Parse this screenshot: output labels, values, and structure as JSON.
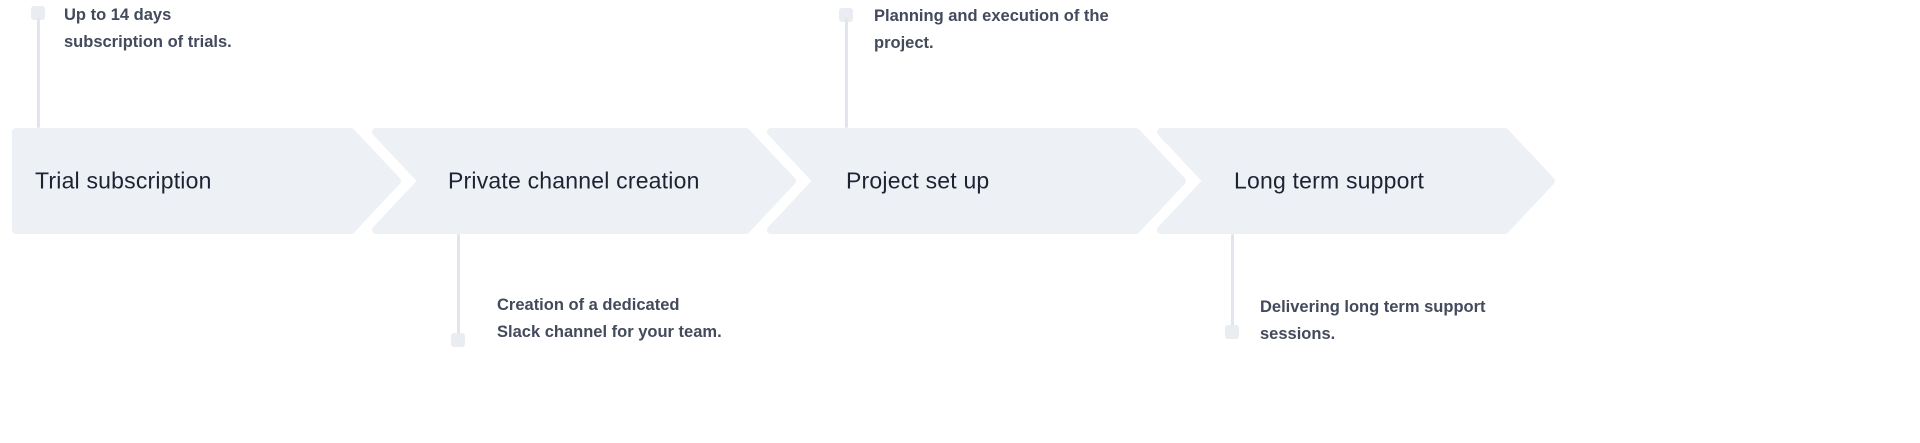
{
  "colors": {
    "arrow_fill": "#edf0f5",
    "label_text": "#1c2332",
    "note_text": "#424a5b",
    "connector": "#e2e6ec",
    "background": "#ffffff"
  },
  "steps": [
    {
      "label": "Trial subscription",
      "note_position": "top",
      "note_line1": "Up to 14 days",
      "note_line2": "subscription of trials."
    },
    {
      "label": "Private channel creation",
      "note_position": "bottom",
      "note_line1": "Creation of a dedicated",
      "note_line2": "Slack channel for your team."
    },
    {
      "label": "Project set up",
      "note_position": "top",
      "note_line1": "Planning and execution of the",
      "note_line2": "project."
    },
    {
      "label": "Long term support",
      "note_position": "bottom",
      "note_line1": "Delivering long term support",
      "note_line2": "sessions."
    }
  ]
}
